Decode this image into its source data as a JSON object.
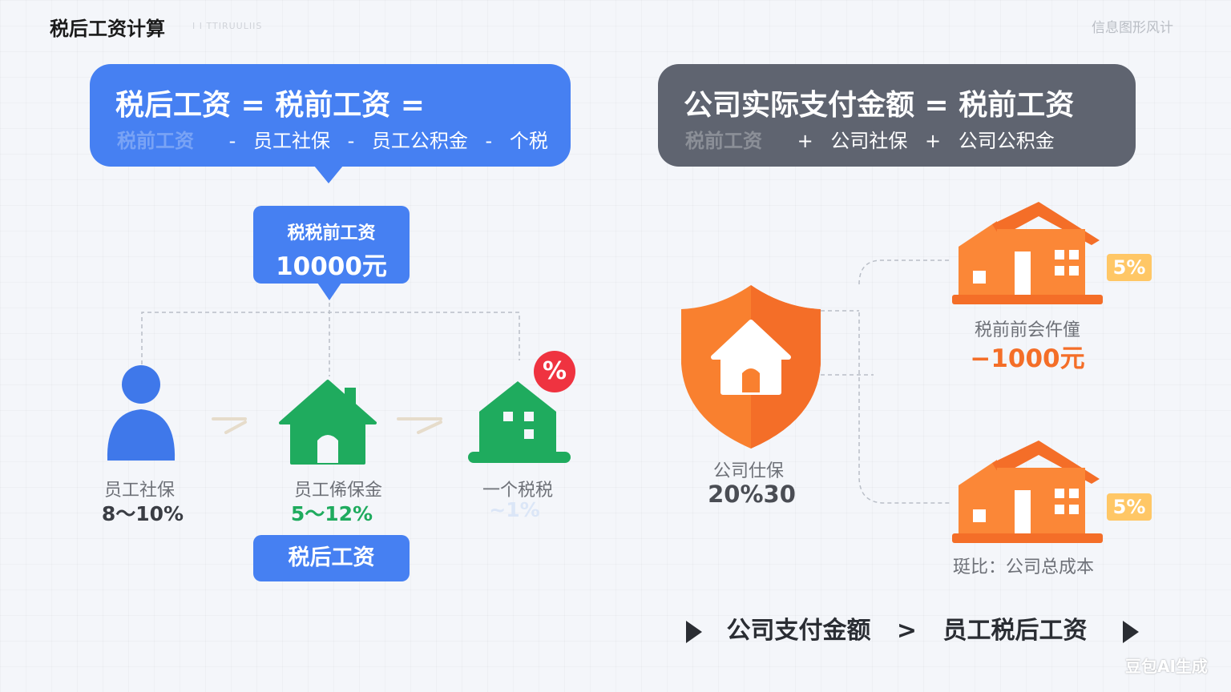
{
  "header": {
    "title": "税后工资计算",
    "subtitle": "I I TTIRUULIIS",
    "tag": "信息图形风计"
  },
  "formula_left": {
    "line1": "税后工资 = 税前工资 =",
    "faint": "税前工资",
    "terms": [
      "员工社保",
      "员工公积金",
      "个税"
    ],
    "op": "-",
    "color": "#4680f2"
  },
  "formula_right": {
    "line1": "公司实际支付金额 = 税前工资",
    "faint": "税前工资",
    "terms": [
      "公司社保",
      "公司公积金"
    ],
    "op": "+",
    "color": "#5f6470"
  },
  "gross": {
    "label": "税税前工资",
    "value": "10000元"
  },
  "nodes": [
    {
      "label": "员工社保",
      "value": "8～10%",
      "icon": "person-icon",
      "color": "#3f78ea"
    },
    {
      "label": "员工俙保金",
      "value": "5～12%",
      "icon": "house-icon",
      "color": "#1fab5e"
    },
    {
      "label": "一个税税",
      "value": "~1%",
      "icon": "house-windows-icon",
      "color": "#1fab5e"
    }
  ],
  "tax_badge": "%",
  "net": {
    "label": "税后工资"
  },
  "company": {
    "shield_label": "公司仕保",
    "shield_value": "20%30",
    "house_top": {
      "badge": "5%",
      "label": "税前前会仵僮",
      "value": "−1000元"
    },
    "house_bottom": {
      "badge": "5%",
      "label": "珽比：公司总成本"
    }
  },
  "bottom": {
    "left": "公司支付金额",
    "sep": ">",
    "right": "员工税后工资"
  },
  "watermark": "豆包AI生成",
  "colors": {
    "blue": "#4680f2",
    "green": "#1fab5e",
    "orange": "#f9802f",
    "red": "#ef3340",
    "gray": "#5f6470"
  }
}
